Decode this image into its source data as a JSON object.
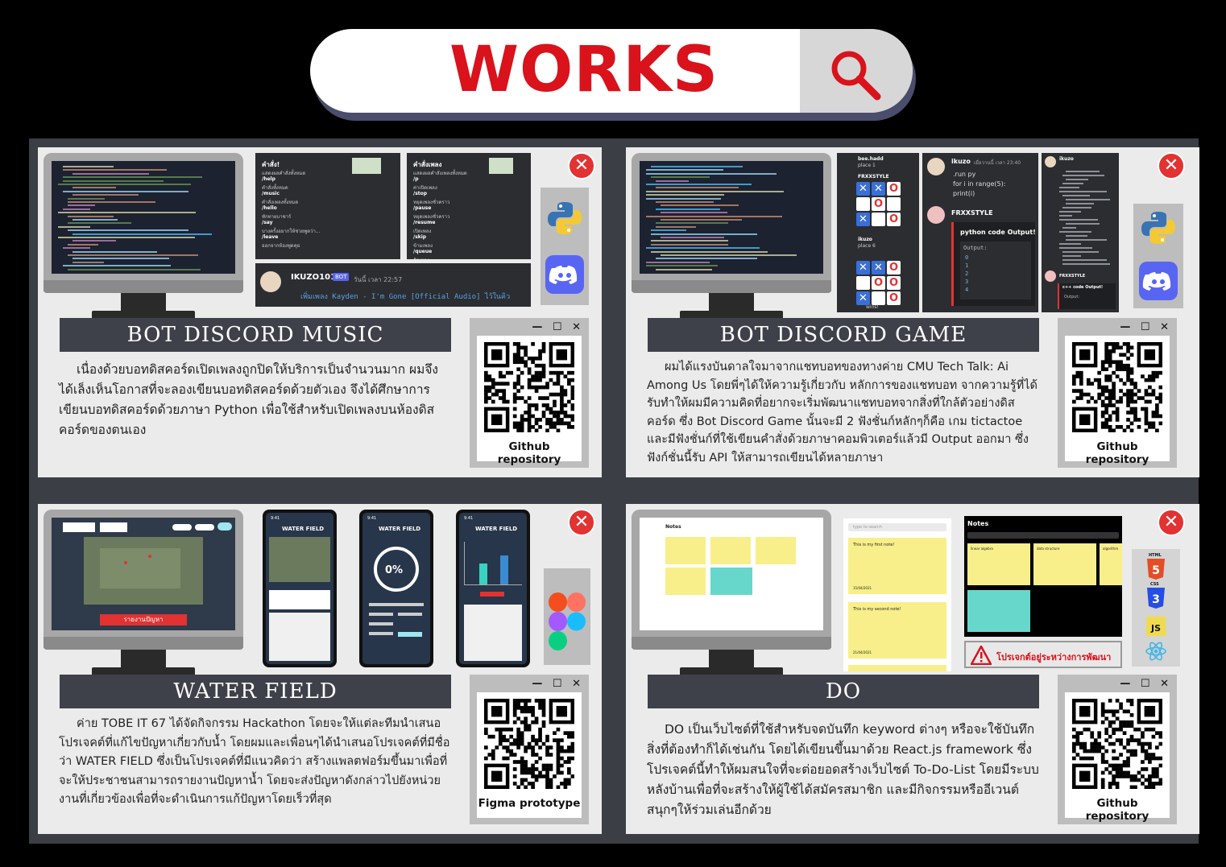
{
  "header": {
    "title": "WORKS",
    "search_icon": "magnifier-icon",
    "colors": {
      "title": "#d9121b",
      "bar": "#ffffff",
      "shadow": "#4a4d6b"
    }
  },
  "projects": [
    {
      "title": "BOT DISCORD MUSIC",
      "description": "เนื่องด้วยบอทดิสคอร์ดเปิดเพลงถูกปิดให้บริการเป็นจำนวนมาก ผมจึงได้เล็งเห็นโอกาสที่จะลองเขียนบอทดิสคอร์ดด้วยตัวเอง จึงได้ศึกษาการเขียนบอทดิสคอร์ดด้วยภาษา Python เพื่อใช้สำหรับเปิดเพลงบนห้องดิสคอร์ดของตนเอง",
      "qr_label": "Github repository",
      "window_controls": "— ☐ ✕",
      "tech_icons": [
        "python-icon",
        "discord-icon"
      ],
      "shots": {
        "cmd1_title": "คำสั่ง!",
        "cmd1_lines": [
          "แสดงผลคำสั่งทั้งหมด",
          "/help",
          "คำสั่งทั้งหมด",
          "/music",
          "คำสั่งเพลงทั้งหมด",
          "/hello",
          "ทักทายบาซาร์",
          "/say",
          "บางครั้งอยากให้ช่วยพูดว่า...",
          "/leave",
          "ออกจากห้องพูดคุย"
        ],
        "cmd2_title": "คำสั่งเพลง",
        "cmd2_lines": [
          "แสดงผลคำสั่งเพลงทั้งหมด",
          "/p",
          "ค่าเปิดเพลง",
          "/stop",
          "หยุดเพลงชั่วคราว",
          "/pause",
          "หยุดเพลงชั่วคราว",
          "/resume",
          "เปิดเพลง",
          "/skip",
          "ข้ามเพลง",
          "/queue",
          "คิวเพลง"
        ],
        "chat_user": "IKUZO101",
        "chat_badge": "BOT",
        "chat_time": "วันนี้ เวลา 22:57",
        "chat_msg": "เพิ่มเพลง Kayden - I'm Gone [Official Audio] ไว้ในคิว"
      }
    },
    {
      "title": "BOT DISCORD GAME",
      "description": "ผมได้แรงบันดาลใจมาจากแชทบอทของทางค่าย CMU Tech Talk: Ai Among Us โดยพี่ๆได้ให้ความรู้เกี่ยวกับ หลักการของแชทบอท จากความรู้ที่ได้รับทำให้ผมมีความคิดที่อยากจะเริ่มพัฒนาแชทบอทจากสิ่งที่ใกล้ตัวอย่างดิสคอร์ด ซึ่ง Bot Discord Game นั้นจะมี 2 ฟังชั่นก์หลักๆก็คือ เกม tictactoe และมีฟังชั่นก์ที่ใช้เขียนคำสั่งด้วยภาษาคอมพิวเตอร์แล้วมี Output ออกมา ซึ่งฟังก์ชั่นนี้รับ API ให้สามารถเขียนได้หลายภาษา",
      "qr_label": "Github repository",
      "window_controls": "— ☐ ✕",
      "tech_icons": [
        "python-icon",
        "discord-icon"
      ],
      "shots": {
        "user1": "bee.hadd",
        "user1_msg": "place 1",
        "bot": "FRXXSTYLE",
        "user2": "ikuzo",
        "user2_msg": "place 6",
        "win_text": "wins!",
        "code_user": "ikuzo",
        "code_time": "เมื่อวานนี้ เวลา 23:40",
        "code_lines": [
          ".run py",
          "for i in range(5):",
          "  print(i)"
        ],
        "output_title": "python code Output!",
        "output_label": "Output:",
        "output_values": [
          "0",
          "1",
          "2",
          "3",
          "4"
        ],
        "cpp_user": "ikuzo",
        "cpp_title": "c++ code Output!",
        "cpp_output": "Output:"
      }
    },
    {
      "title": "WATER FIELD",
      "description": "ค่าย TOBE IT 67 ได้จัดกิจกรรม Hackathon โดยจะให้แต่ละทีมนำเสนอโปรเจคต์ที่แก้ไขปัญหาเกี่ยวกับน้ำ โดยผมและเพื่อนๆได้นำเสนอโปรเจคต์ที่มีชื่อว่า WATER FIELD ซึ่งเป็นโปรเจคต์ที่มีแนวคิดว่า สร้างแพลตฟอร์มขึ้นมาเพื่อที่จะให้ประชาชนสามารถรายงานปัญหาน้ำ โดยจะส่งปัญหาดังกล่าวไปยังหน่วยงานที่เกี่ยวข้องเพื่อที่จะดำเนินการแก้ปัญหาโดยเร็วที่สุด",
      "qr_label": "Figma prototype",
      "window_controls": "— ☐ ✕",
      "tech_icons": [
        "figma-icon"
      ],
      "shots": {
        "report_button": "รายงานปัญหา",
        "app_title": "WATER FIELD",
        "percent": "0%",
        "phone_time": "9:41"
      }
    },
    {
      "title": "DO",
      "description": "DO เป็นเว็บไซต์ที่ใช้สำหรับจดบันทึก keyword ต่างๆ หรือจะใช้บันทึกสิ่งที่ต้องทำก็ได้เช่นกัน โดยได้เขียนขึ้นมาด้วย React.js framework ซึ่งโปรเจคต์นี้ทำให้ผมสนใจที่จะต่อยอดสร้างเว็บไซต์ To-Do-List โดยมีระบบหลังบ้านเพื่อที่จะสร้างให้ผู้ใช้ได้สมัครสมาชิก และมีกิจกรรมหรืออีเวนต์สนุกๆให้ร่วมเล่นอีกด้วย",
      "qr_label": "Github repository",
      "window_controls": "— ☐ ✕",
      "tech_icons": [
        "html5-icon",
        "css3-icon",
        "javascript-icon",
        "react-icon"
      ],
      "shots": {
        "notes_title": "Notes",
        "search_placeholder": "type to search",
        "note1": "This is my first note!",
        "note1_date": "15/04/2021",
        "note2": "This is my second note!",
        "note2_date": "21/04/2021",
        "dark_notes": [
          "linear algebra",
          "data structure",
          "algorithm"
        ],
        "warning": "โปรเจกต์อยู่ระหว่างการพัฒนา",
        "html_label": "HTML",
        "css_label": "CSS",
        "js_label": "JS"
      }
    }
  ]
}
